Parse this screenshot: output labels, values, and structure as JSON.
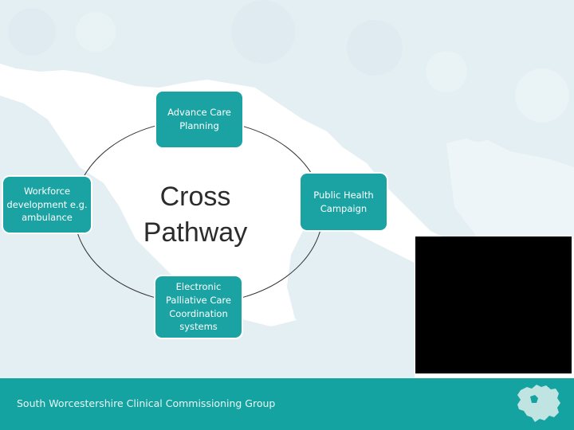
{
  "diagram": {
    "center_title": "Cross Pathway",
    "nodes": {
      "top": "Advance Care Planning",
      "left": "Workforce development e.g. ambulance",
      "right": "Public Health Campaign",
      "bottom": "Electronic Palliative Care Coordination systems"
    }
  },
  "footer": {
    "organisation": "South Worcestershire Clinical Commissioning Group"
  },
  "colors": {
    "teal": "#1ba3a3",
    "footer": "#14a3a0",
    "map": "#e3eef3"
  }
}
